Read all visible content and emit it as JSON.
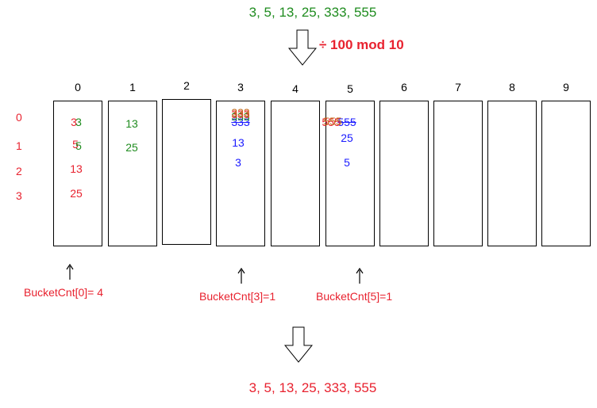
{
  "input_sequence": "3, 5, 13, 25, 333, 555",
  "operation": "÷ 100 mod 10",
  "output_sequence": "3, 5, 13, 25, 333, 555",
  "buckets": [
    {
      "index": "0"
    },
    {
      "index": "1"
    },
    {
      "index": "2"
    },
    {
      "index": "3"
    },
    {
      "index": "4"
    },
    {
      "index": "5"
    },
    {
      "index": "6"
    },
    {
      "index": "7"
    },
    {
      "index": "8"
    },
    {
      "index": "9"
    }
  ],
  "row_indices": [
    "0",
    "1",
    "2",
    "3"
  ],
  "bucket_contents": {
    "b0": {
      "r0_red": "3",
      "r0_green": "3",
      "r1_red": "5",
      "r1_green": "5",
      "r2": "13",
      "r3": "25"
    },
    "b1": {
      "r0": "13",
      "r1": "25"
    },
    "b3": {
      "r0_orange": "333",
      "r0_red": "333",
      "r0_green": "333",
      "r0_blue": "333",
      "r1": "13",
      "r2": "3"
    },
    "b5": {
      "r0_orange": "555",
      "r0_red": "555",
      "r0_blue": "555",
      "r1": "25",
      "r2": "5"
    }
  },
  "bucket_counts": {
    "b0": "BucketCnt[0]= 4",
    "b3": "BucketCnt[3]=1",
    "b5": "BucketCnt[5]=1"
  },
  "colors": {
    "red": "#e8222f",
    "green": "#1f8c1f",
    "blue": "#1a1aff",
    "orange": "#c46a1a"
  }
}
